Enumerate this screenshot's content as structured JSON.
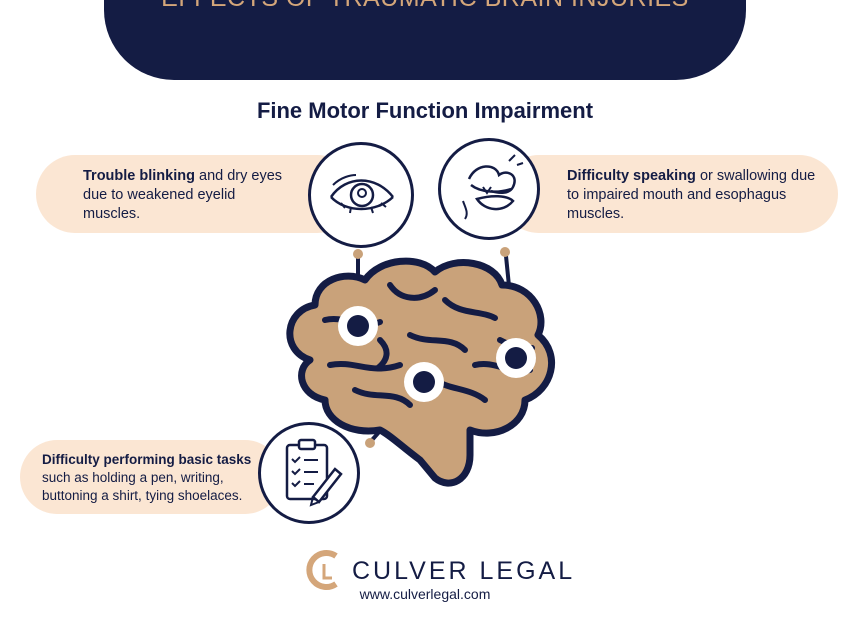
{
  "header": {
    "title": "EFFECTS OF TRAUMATIC BRAIN INJURIES",
    "subtitle": "Fine Motor Function Impairment"
  },
  "callouts": {
    "eyes": {
      "bold": "Trouble blinking",
      "rest": " and dry eyes due to weakened eyelid muscles."
    },
    "speech": {
      "bold": "Difficulty speaking",
      "rest": " or swallowing due to impaired mouth and esophagus muscles."
    },
    "tasks": {
      "bold": "Difficulty performing basic tasks",
      "rest": " such as holding a pen, writing, buttoning a shirt, tying shoelaces."
    }
  },
  "icons": {
    "eye": "eye-icon",
    "mouth": "mouth-icon",
    "clipboard": "clipboard-checklist-icon",
    "brain": "brain-illustration",
    "logo": "culver-legal-logo"
  },
  "footer": {
    "brand": "CULVER LEGAL",
    "url": "www.culverlegal.com"
  },
  "colors": {
    "navy": "#141c44",
    "gold": "#d4a67a",
    "brain_fill": "#c9a27a",
    "pill_bg": "#fbe6d3"
  }
}
